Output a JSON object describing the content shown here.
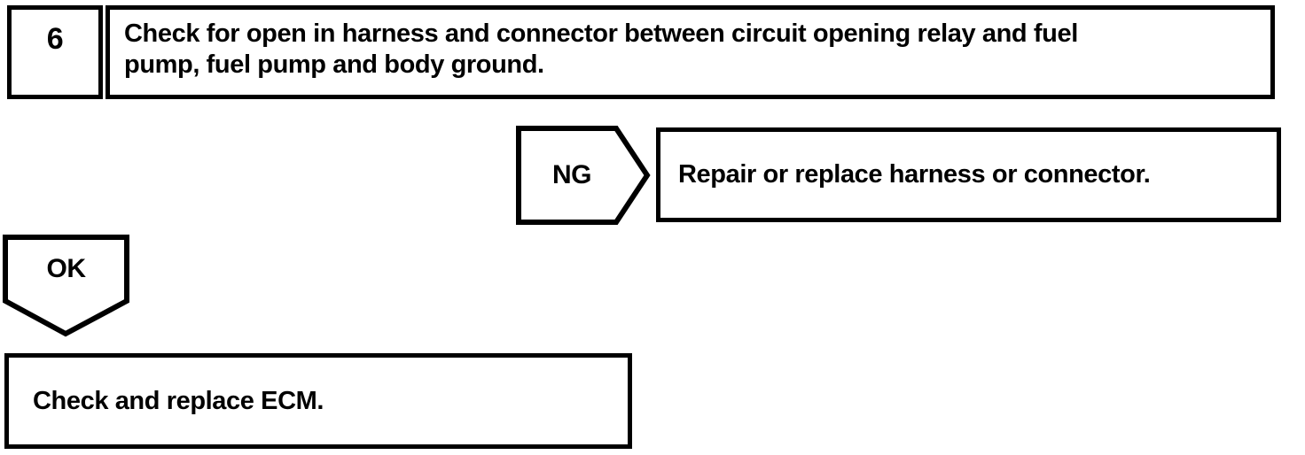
{
  "page": {
    "background_color": "#ffffff",
    "ink_color": "#000000"
  },
  "flowchart": {
    "step": {
      "number": "6",
      "instruction_lines": [
        "Check for open in harness and connector between circuit opening relay and fuel",
        "pump, fuel pump and body ground."
      ]
    },
    "ng_branch": {
      "label": "NG",
      "action": "Repair or replace harness or connector."
    },
    "ok_branch": {
      "label": "OK",
      "action": "Check and replace ECM."
    }
  }
}
